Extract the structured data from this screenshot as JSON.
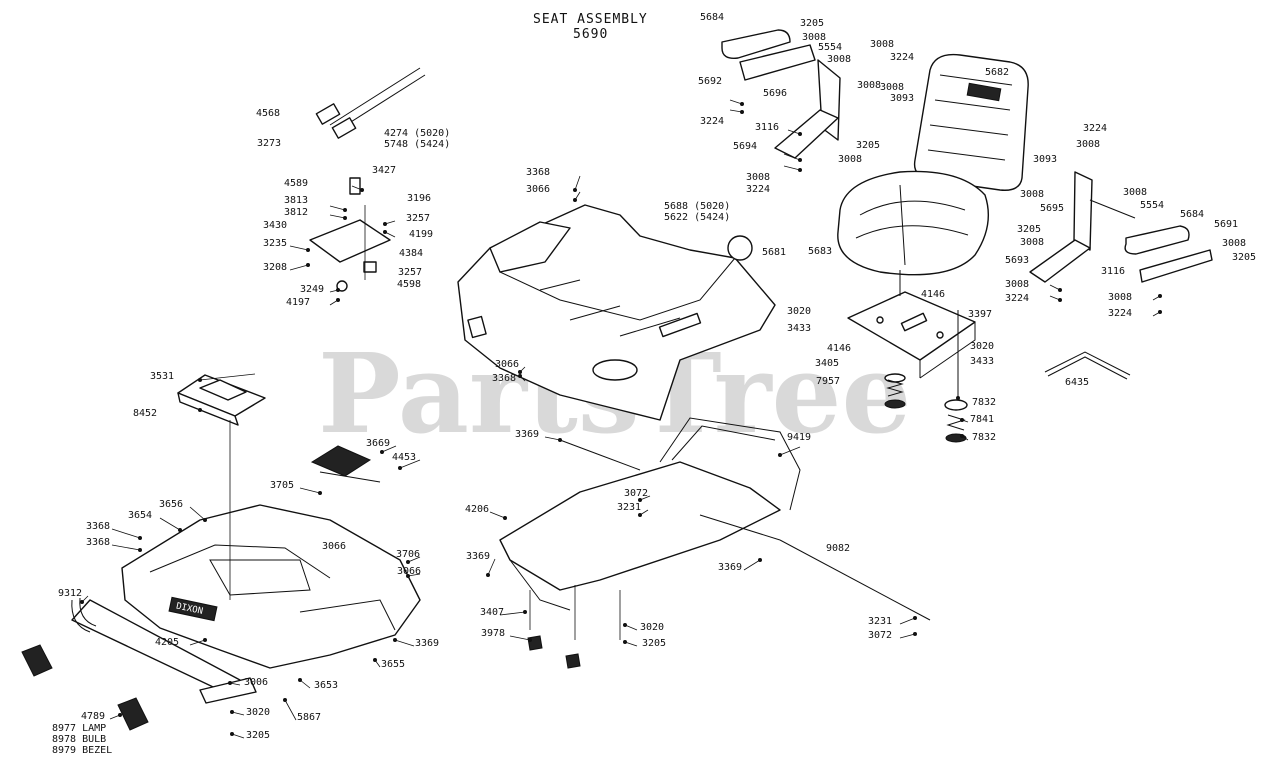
{
  "title": {
    "line1": "SEAT ASSEMBLY",
    "line2": "5690"
  },
  "watermark": {
    "text": "PartsTree",
    "trademark": "™"
  },
  "branding": {
    "hood_logo": "DIXON"
  },
  "callouts": [
    "5684",
    "3205",
    "3008",
    "5554",
    "3008",
    "3224",
    "3008",
    "5692",
    "5682",
    "3008",
    "5696",
    "3008",
    "3093",
    "3224",
    "3116",
    "5694",
    "3205",
    "3008",
    "3008",
    "3224",
    "3224",
    "3008",
    "3093",
    "3008",
    "3008",
    "5695",
    "5554",
    "5684",
    "3205",
    "5691",
    "3008",
    "3008",
    "3205",
    "5683",
    "5693",
    "3116",
    "3008",
    "3224",
    "3008",
    "3224",
    "4568",
    "3273",
    "4274 (5020)",
    "5748 (5424)",
    "4589",
    "3427",
    "3813",
    "3196",
    "3812",
    "3257",
    "3430",
    "4199",
    "3235",
    "4384",
    "3208",
    "3257",
    "3249",
    "4598",
    "4197",
    "3368",
    "3066",
    "5688 (5020)",
    "5622 (5424)",
    "5681",
    "4146",
    "3020",
    "3397",
    "3433",
    "4146",
    "3020",
    "3405",
    "3433",
    "7957",
    "6435",
    "3066",
    "3368",
    "3531",
    "8452",
    "3369",
    "9419",
    "7832",
    "7841",
    "7832",
    "3669",
    "4453",
    "3705",
    "3072",
    "3231",
    "3656",
    "3654",
    "3368",
    "3066",
    "3706",
    "3368",
    "3066",
    "4206",
    "9082",
    "3369",
    "9312",
    "3369",
    "3407",
    "3978",
    "3020",
    "3205",
    "3231",
    "3072",
    "4205",
    "3369",
    "3655",
    "3006",
    "3653",
    "4789",
    "3020",
    "5867",
    "3205",
    "8977 LAMP",
    "8978 BULB",
    "8979 BEZEL"
  ]
}
